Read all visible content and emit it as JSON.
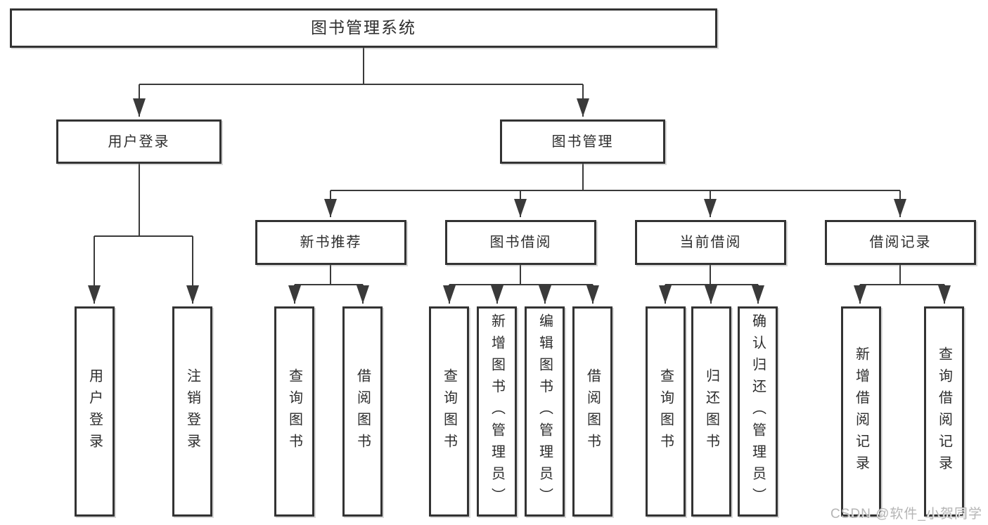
{
  "title": {
    "root": "图书管理系统"
  },
  "level2": {
    "user_login": "用户登录",
    "book_mgmt": "图书管理"
  },
  "level3": {
    "new_books": "新书推荐",
    "book_borrow": "图书借阅",
    "current_borrow": "当前借阅",
    "borrow_records": "借阅记录"
  },
  "leaves": {
    "a1": "用户登录",
    "a2": "注销登录",
    "b1": "查询图书",
    "b2": "借阅图书",
    "c1": "查询图书",
    "c2": "新增图书（管理员）",
    "c3": "编辑图书（管理员）",
    "c4": "借阅图书",
    "d1": "查询图书",
    "d2": "归还图书",
    "d3": "确认归还（管理员）",
    "e1": "新增借阅记录",
    "e2": "查询借阅记录"
  },
  "watermark": "CSDN @软件_小贺同学",
  "colors": {
    "line": "#3a3a3a",
    "border": "#333333",
    "text": "#2d2d2d",
    "watermark": "#b5b5b5"
  }
}
